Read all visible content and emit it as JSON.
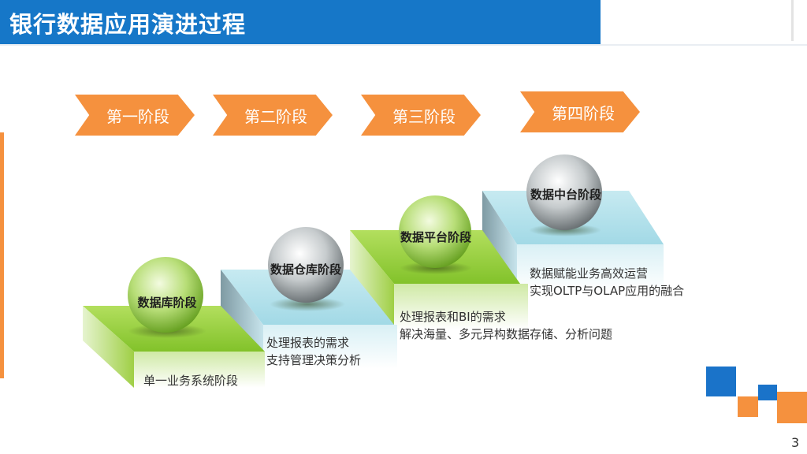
{
  "title": "银行数据应用演进过程",
  "stages": [
    "第一阶段",
    "第二阶段",
    "第三阶段",
    "第四阶段"
  ],
  "steps": [
    {
      "ball": "数据库阶段",
      "desc": [
        "单一业务系统阶段"
      ]
    },
    {
      "ball": "数据仓库阶段",
      "desc": [
        "处理报表的需求",
        "支持管理决策分析"
      ]
    },
    {
      "ball": "数据平台阶段",
      "desc": [
        "处理报表和BI的需求",
        "解决海量、多元异构数据存储、分析问题"
      ]
    },
    {
      "ball": "数据中台阶段",
      "desc": [
        "数据赋能业务高效运营",
        "实现OLTP与OLAP应用的融合"
      ]
    }
  ],
  "page_number": "3",
  "colors": {
    "title_bar": "#1677c8",
    "stage_arrow": "#f5913e",
    "green_step": "#8ccc2e",
    "blue_step": "#aee0ea",
    "deco_blue": "#1a73c9",
    "deco_orange": "#f5913e"
  }
}
